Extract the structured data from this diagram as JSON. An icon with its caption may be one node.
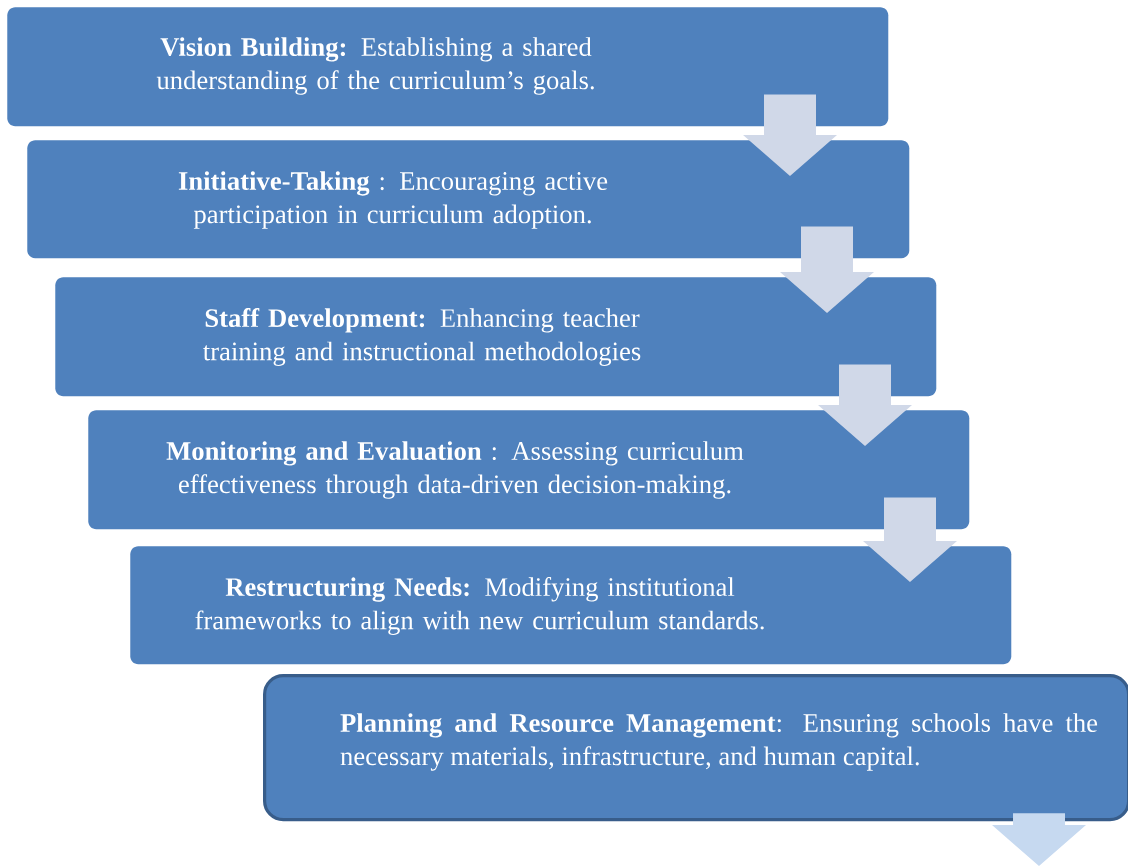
{
  "diagram": {
    "nodes": [
      {
        "text": [
          "**Vision Building:** Establishing a shared understanding of the curriculum’s goals."
        ]
      },
      {
        "text": [
          "**Initiative-Taking** : Encouraging active participation in curriculum adoption."
        ]
      },
      {
        "text": [
          "**Staff Development:** Enhancing teacher training and instructional methodologies"
        ]
      },
      {
        "text": [
          "**Monitoring and Evaluation** : Assessing curriculum effectiveness through data-driven decision-making."
        ]
      },
      {
        "text": [
          "**Restructuring Needs:** Modifying institutional frameworks to align with new curriculum standards."
        ]
      },
      {
        "text": [
          "**Planning and Resource Management**: Ensuring schools have the necessary materials, infrastructure, and human capital."
        ]
      }
    ],
    "edges": [
      {
        "from": 0,
        "to": 1,
        "arrow": "to"
      },
      {
        "from": 1,
        "to": 2,
        "arrow": "to"
      },
      {
        "from": 2,
        "to": 3,
        "arrow": "to"
      },
      {
        "from": 3,
        "to": 4,
        "arrow": "to"
      },
      {
        "from": 5,
        "to": null,
        "arrow": "to",
        "color": "#c6d9f0"
      }
    ]
  }
}
